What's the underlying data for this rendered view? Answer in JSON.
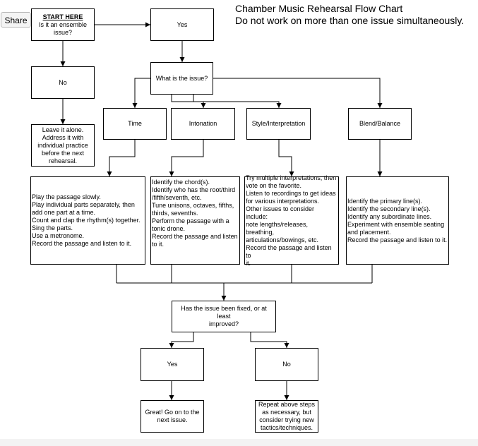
{
  "share_label": "Share",
  "title": {
    "line1": "Chamber Music Rehearsal Flow Chart",
    "line2": "Do not work on more than one issue simultaneously."
  },
  "nodes": {
    "start": {
      "heading": "START HERE",
      "lines": [
        "Is it an ensemble",
        "issue?"
      ]
    },
    "yes_top": {
      "lines": [
        "Yes"
      ]
    },
    "no_top": {
      "lines": [
        "No"
      ]
    },
    "leave_it": {
      "lines": [
        "Leave it alone.",
        "Address it with",
        "individual practice",
        "before the next",
        "rehearsal."
      ]
    },
    "what_issue": {
      "lines": [
        "What is the issue?"
      ]
    },
    "time": {
      "lines": [
        "Time"
      ]
    },
    "intonation": {
      "lines": [
        "Intonation"
      ]
    },
    "style": {
      "lines": [
        "Style/Interpretation"
      ]
    },
    "blend": {
      "lines": [
        "Blend/Balance"
      ]
    },
    "time_detail": {
      "lines": [
        "Play the passage slowly.",
        "Play individual parts separately, then",
        "add one part at a time.",
        "Count and clap the rhythm(s) together.",
        "Sing the parts.",
        "Use a metronome.",
        "Record the passage and listen to it."
      ]
    },
    "intonation_detail": {
      "lines": [
        "Identify the chord(s).",
        "Identify who has the root/third",
        "/fifth/seventh, etc.",
        "Tune unisons, octaves, fifths,",
        "thirds, sevenths.",
        "Perform the passage with a",
        "tonic drone.",
        "Record the passage and listen",
        "to it."
      ]
    },
    "style_detail": {
      "lines": [
        "Try multiple interpretations, then",
        "vote on the favorite.",
        "Listen to recordings to get ideas",
        "for various interpretations.",
        "Other issues to consider include:",
        "note lengths/releases, breathing,",
        "articulations/bowings, etc.",
        "Record the passage and listen to",
        "it."
      ]
    },
    "blend_detail": {
      "lines": [
        "Identify the primary line(s).",
        "Identify the secondary line(s).",
        "Identify any subordinate lines.",
        "Experiment with ensemble seating",
        "and placement.",
        "Record the passage and listen to it."
      ]
    },
    "fixed": {
      "lines": [
        "Has the issue been fixed, or at least",
        "improved?"
      ]
    },
    "yes_bottom": {
      "lines": [
        "Yes"
      ]
    },
    "no_bottom": {
      "lines": [
        "No"
      ]
    },
    "great": {
      "lines": [
        "Great! Go on to the",
        "next issue."
      ]
    },
    "repeat": {
      "lines": [
        "Repeat above steps",
        "as necessary, but",
        "consider trying new",
        "tactics/techniques."
      ]
    }
  },
  "colors": {
    "stroke": "#000000",
    "background": "#ffffff"
  }
}
